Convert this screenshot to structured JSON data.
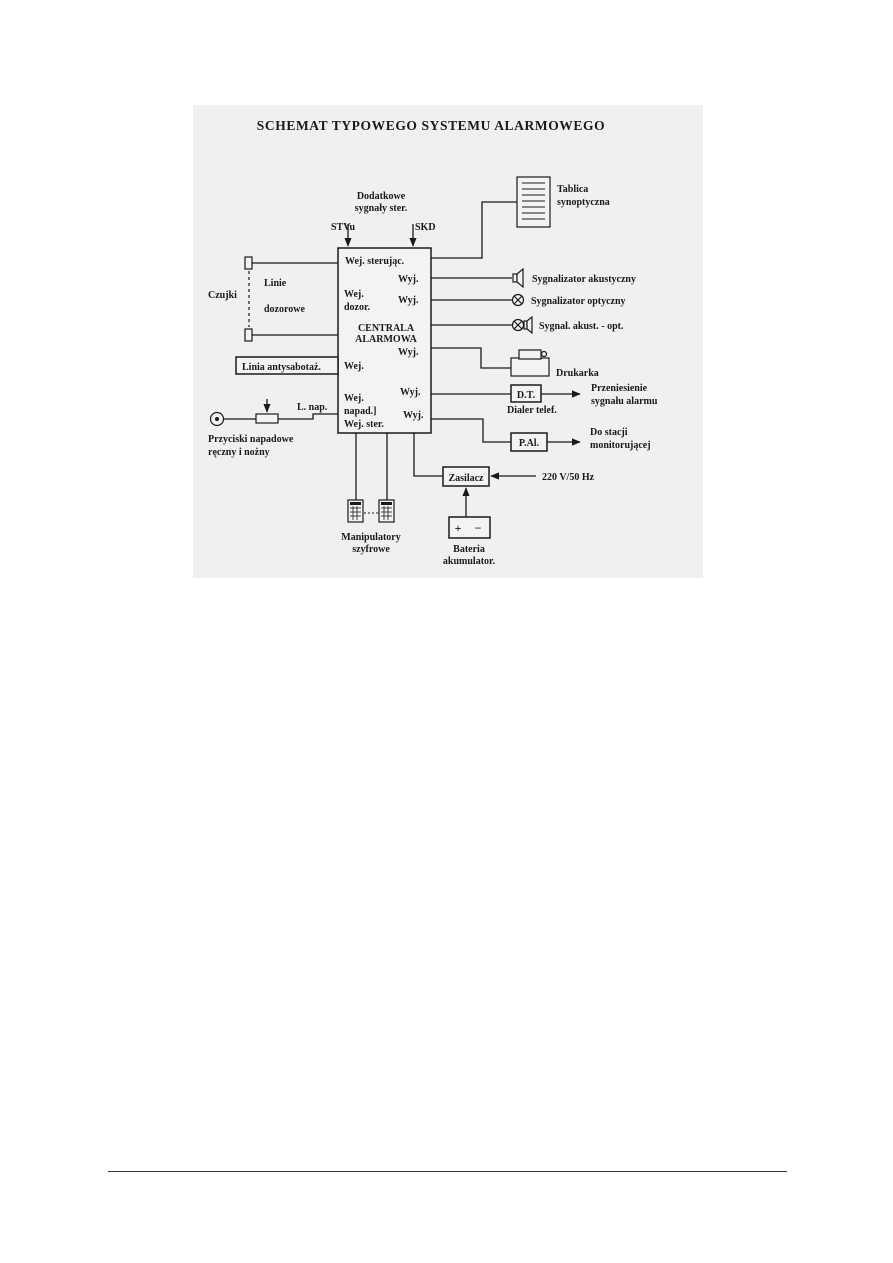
{
  "diagram": {
    "title": "SCHEMAT TYPOWEGO SYSTEMU ALARMOWEGO",
    "central": {
      "name_line1": "CENTRALA",
      "name_line2": "ALARMOWA",
      "in_control": "Wej. sterując.",
      "in_guard_1": "Wej.",
      "in_guard_2": "dozor.",
      "in_tamper": "Wej.",
      "in_panic_1": "Wej.",
      "in_panic_2": "napad.]",
      "in_ctrl2": "Wej. ster.",
      "out_1": "Wyj.",
      "out_2": "Wyj.",
      "out_3": "Wyj.",
      "out_4": "Wyj.",
      "out_5": "Wyj."
    },
    "extra_signals_1": "Dodatkowe",
    "extra_signals_2": "sygnały ster.",
    "stvu": "STVu",
    "skd": "SKD",
    "detectors": "Czujki",
    "lines_1": "Linie",
    "lines_2": "dozorowe",
    "tamper_line": "Linia antysabotaż.",
    "panic_line": "L. nap.",
    "panic_buttons_1": "Przyciski napadowe",
    "panic_buttons_2": "ręczny i nożny",
    "synoptic_1": "Tablica",
    "synoptic_2": "synoptyczna",
    "acoustic": "Sygnalizator akustyczny",
    "optical": "Sygnalizator optyczny",
    "acoustic_optical": "Sygnal. akust. - opt.",
    "printer": "Drukarka",
    "dialer_box": "D.T.",
    "dialer_label": "Dialer telef.",
    "transfer_1": "Przeniesienie",
    "transfer_2": "sygnału alarmu",
    "pal_box": "P.Al.",
    "station_1": "Do stacji",
    "station_2": "monitorującej",
    "psu": "Zasilacz",
    "mains": "220 V/50 Hz",
    "battery_plus": "+",
    "battery_minus": "−",
    "battery_1": "Bateria",
    "battery_2": "akumulator.",
    "keypads_1": "Manipulatory",
    "keypads_2": "szyfrowe"
  }
}
